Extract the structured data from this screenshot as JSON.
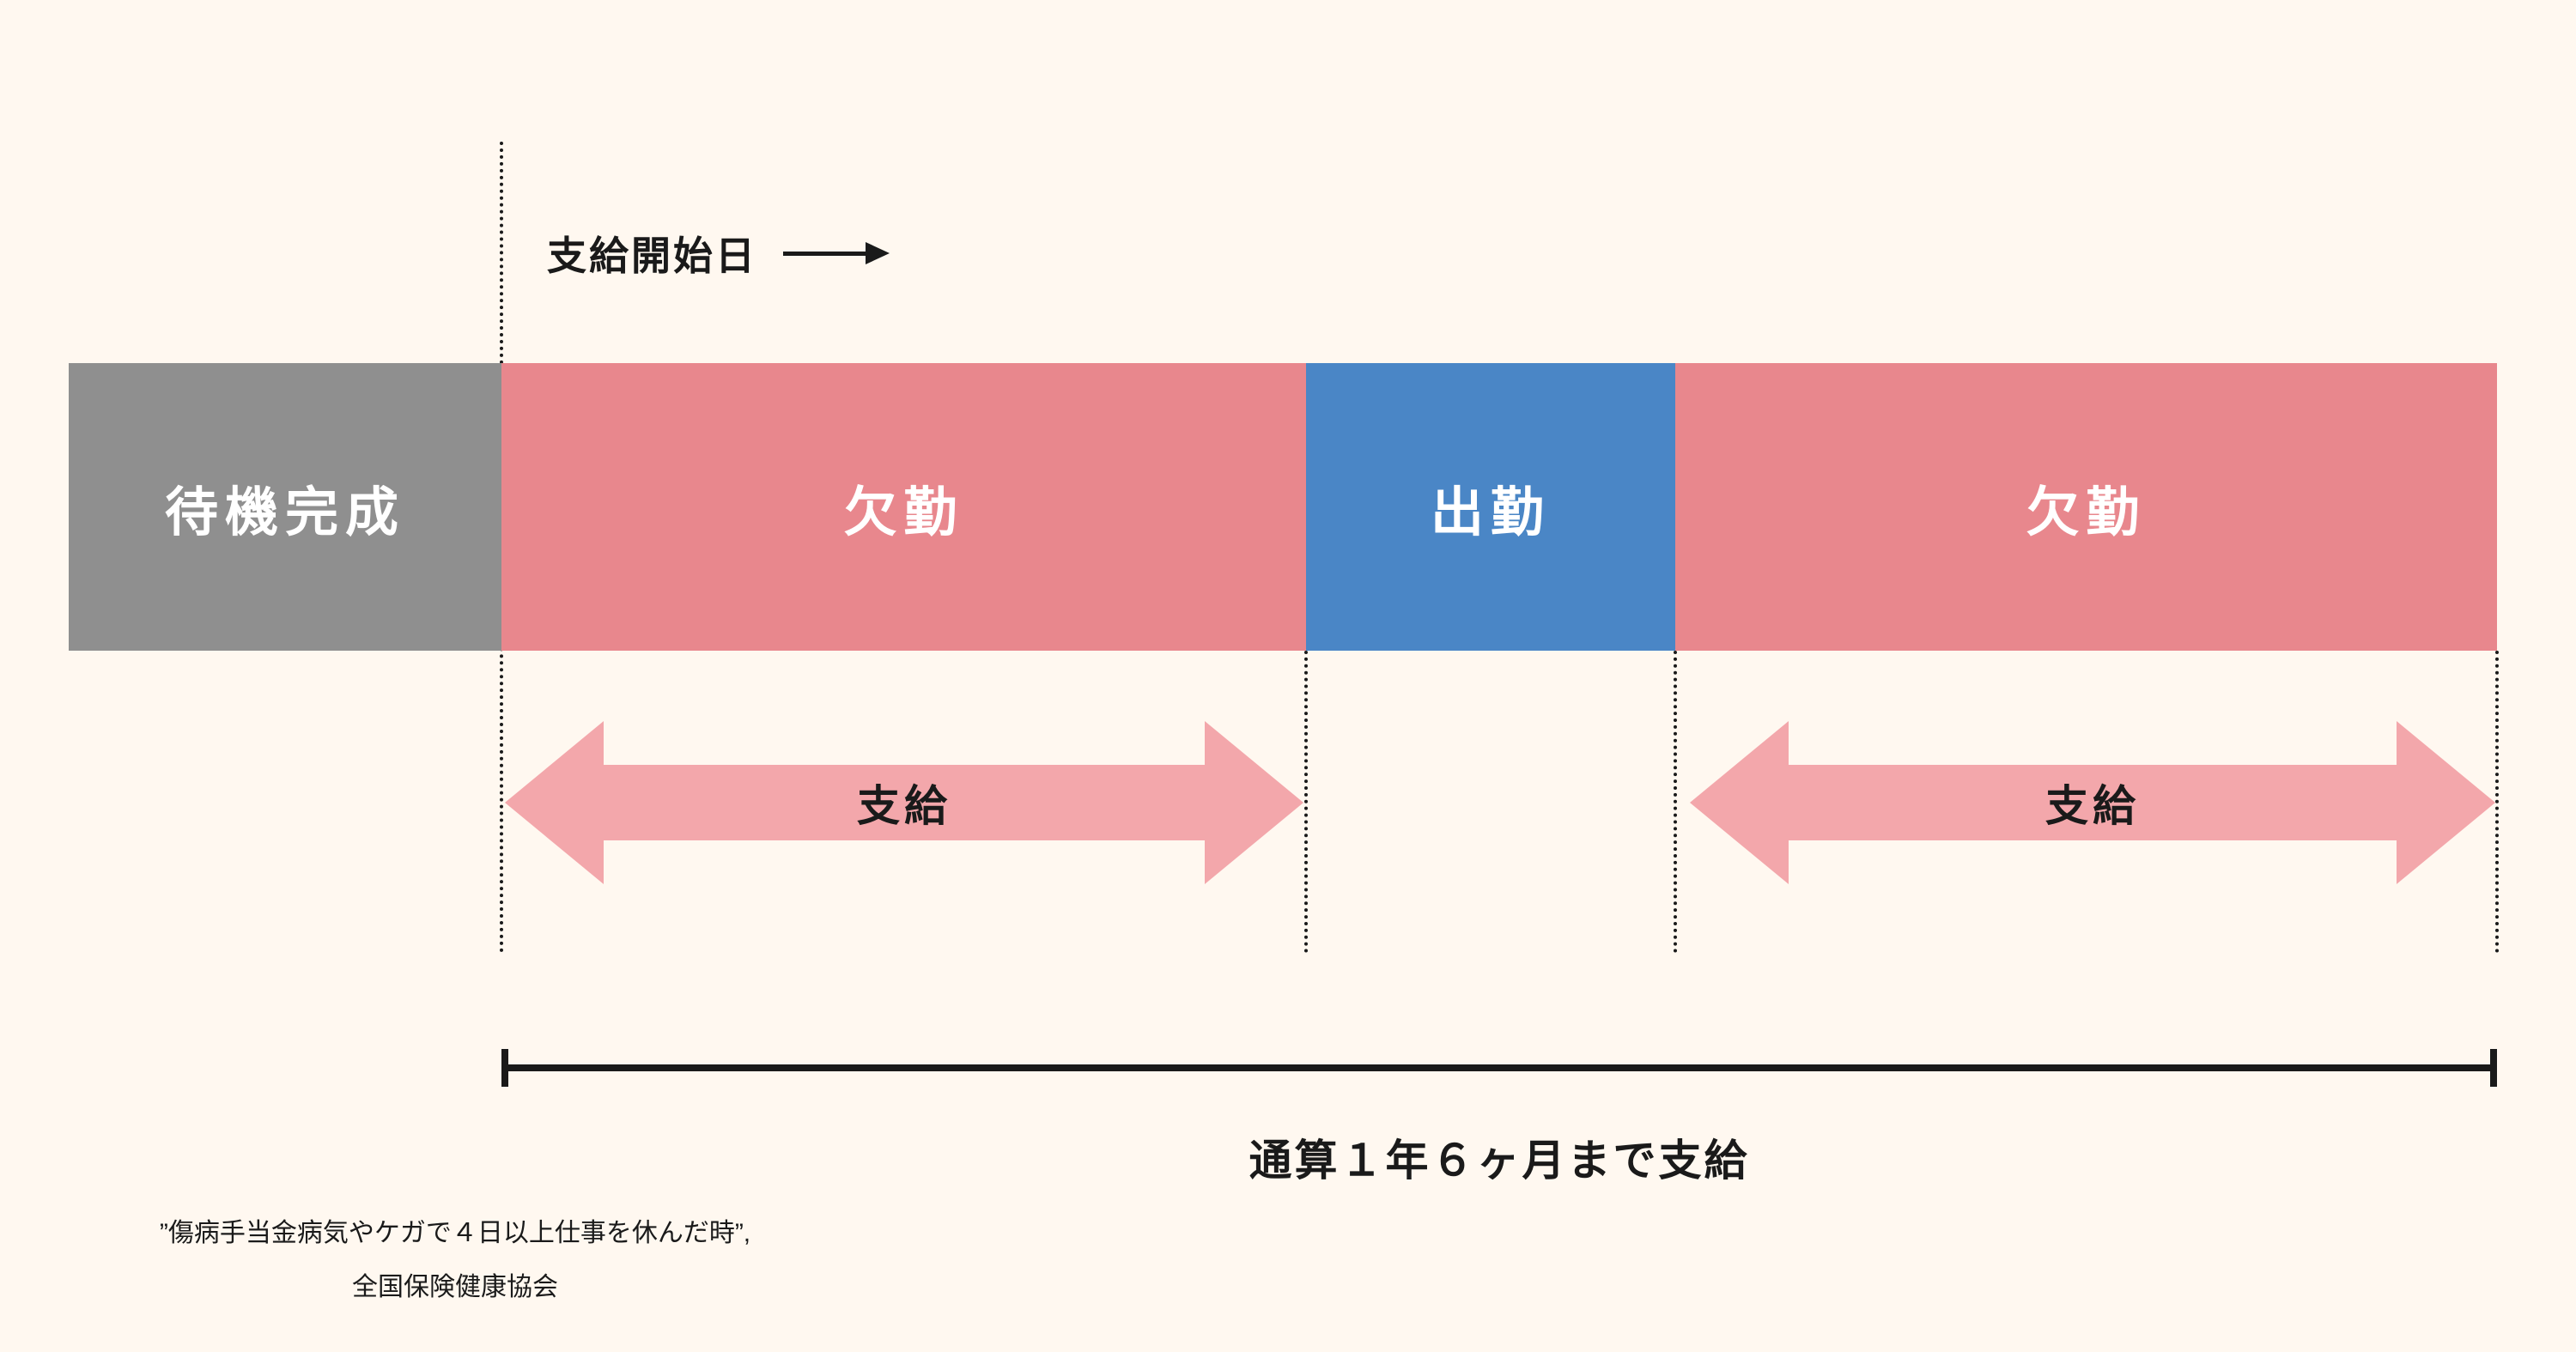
{
  "colors": {
    "background": "#FFF8F0",
    "gray_block": "#8F8F8F",
    "pink_block": "#E8878D",
    "blue_block": "#4A86C6",
    "arrow_pink": "#F3A7AB",
    "text_dark": "#1A1A1A",
    "block_text": "#FFFFFF"
  },
  "timeline": {
    "payment_start_label": "支給開始日",
    "blocks": [
      {
        "id": "waiting",
        "label": "待機完成"
      },
      {
        "id": "absence-1",
        "label": "欠勤"
      },
      {
        "id": "attendance",
        "label": "出勤"
      },
      {
        "id": "absence-2",
        "label": "欠勤"
      }
    ],
    "payment_arrows": [
      {
        "label": "支給"
      },
      {
        "label": "支給"
      }
    ],
    "total_period_label": "通算１年６ヶ月まで支給"
  },
  "citation": {
    "line1": "”傷病手当金病気やケガで４日以上仕事を休んだ時”,",
    "line2": "全国保険健康協会"
  }
}
